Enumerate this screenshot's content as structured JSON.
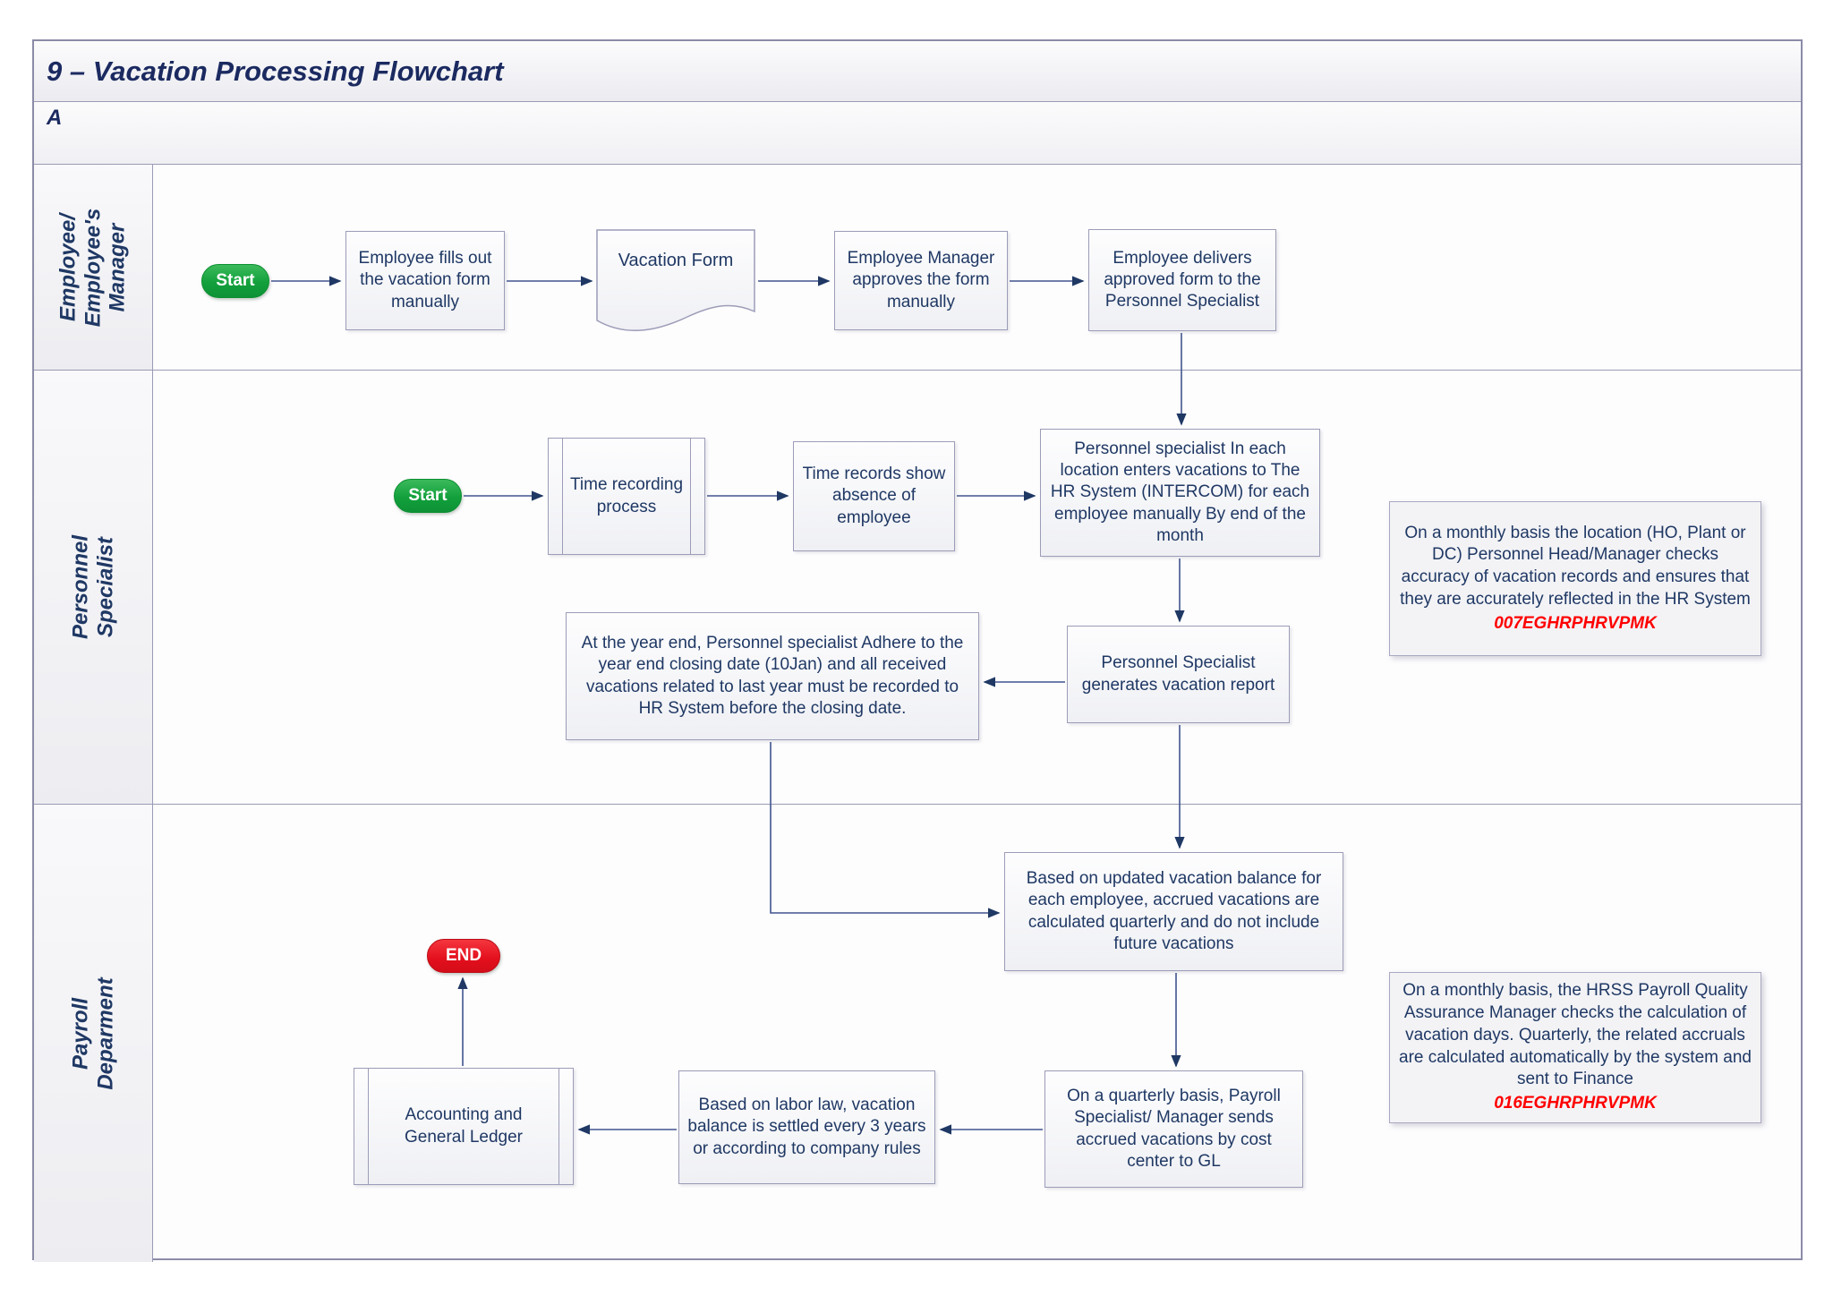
{
  "title": "9 – Vacation Processing Flowchart",
  "section_label": "A",
  "lanes": [
    {
      "label": "Employee/\nEmployee's\nManager"
    },
    {
      "label": "Personnel Specialist"
    },
    {
      "label": "Payroll Deparment"
    }
  ],
  "nodes": {
    "start1": {
      "label": "Start"
    },
    "box1": {
      "label": "Employee fills out the vacation form manually"
    },
    "doc1": {
      "label": "Vacation Form"
    },
    "box2": {
      "label": "Employee Manager approves the form manually"
    },
    "box3": {
      "label": "Employee delivers approved form to the Personnel Specialist"
    },
    "start2": {
      "label": "Start"
    },
    "pp1": {
      "label": "Time recording process"
    },
    "box4": {
      "label": "Time records show absence of employee"
    },
    "box5": {
      "label": "Personnel specialist In each location enters vacations to The HR System (INTERCOM) for each employee manually By end of the month"
    },
    "box6": {
      "label": "Personnel Specialist generates vacation report"
    },
    "box7": {
      "label": "At the year end, Personnel specialist Adhere to the year end closing date (10Jan) and all received vacations related to last year must be recorded to HR System before the closing date."
    },
    "note1": {
      "text": "On a monthly basis the location (HO, Plant or DC) Personnel Head/Manager checks accuracy of vacation records and ensures that they are accurately reflected in the HR System",
      "code": "007EGHRPHRVPMK"
    },
    "box8": {
      "label": "Based on updated vacation balance for each employee, accrued vacations are calculated quarterly and do not include future vacations"
    },
    "box9": {
      "label": "On a quarterly basis, Payroll Specialist/ Manager sends accrued vacations by cost center to GL"
    },
    "box10": {
      "label": "Based on labor law, vacation balance is settled every 3 years or according to company rules"
    },
    "pp2": {
      "label": "Accounting and General Ledger"
    },
    "end1": {
      "label": "END"
    },
    "note2": {
      "text": "On a monthly basis, the HRSS Payroll Quality Assurance Manager checks the calculation of vacation days. Quarterly, the related accruals are calculated automatically by the system and sent to Finance",
      "code": "016EGHRPHRVPMK"
    }
  },
  "colors": {
    "text_navy": "#1f3864",
    "line": "#41548e",
    "arrowhead": "#1f3864",
    "start_green": "#12a03c",
    "end_red": "#e30f1c",
    "code_red": "#ff0000",
    "border_gray": "#9c9cb8"
  }
}
